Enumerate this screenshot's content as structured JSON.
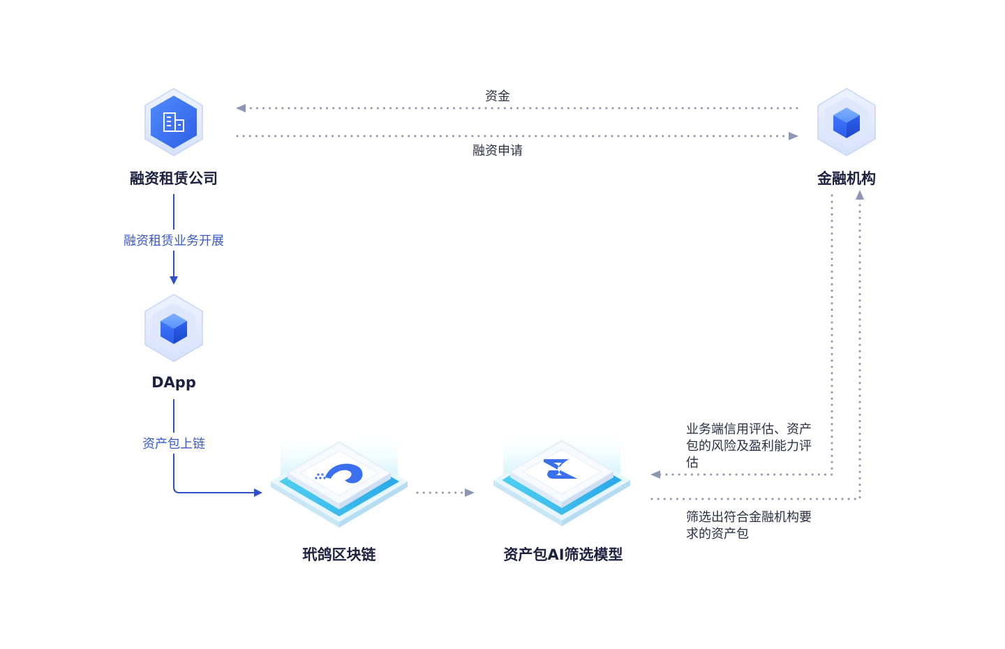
{
  "nodes": {
    "leasing": {
      "label": "融资租赁公司"
    },
    "finance": {
      "label": "金融机构"
    },
    "dapp": {
      "label": "DApp"
    },
    "chain": {
      "label": "玳鸽区块链"
    },
    "ai": {
      "label": "资产包AI筛选模型"
    }
  },
  "flows": {
    "funds": "资金",
    "apply": "融资申请",
    "business": "融资租赁业务开展",
    "upchain": "资产包上链",
    "evaluate": "业务端信用评估、资产包的风险及盈利能力评估",
    "filter": "筛选出符合金融机构要求的资产包"
  },
  "icons": {
    "leasing": "building-icon",
    "finance": "cube-icon",
    "dapp": "cube-icon",
    "chain": "wave-logo-icon",
    "ai": "infinity-logo-icon"
  },
  "colors": {
    "primary": "#3a6ff0",
    "dark_arrow": "#2f50c8",
    "dotted": "#8d97b4",
    "title": "#1c2140"
  }
}
